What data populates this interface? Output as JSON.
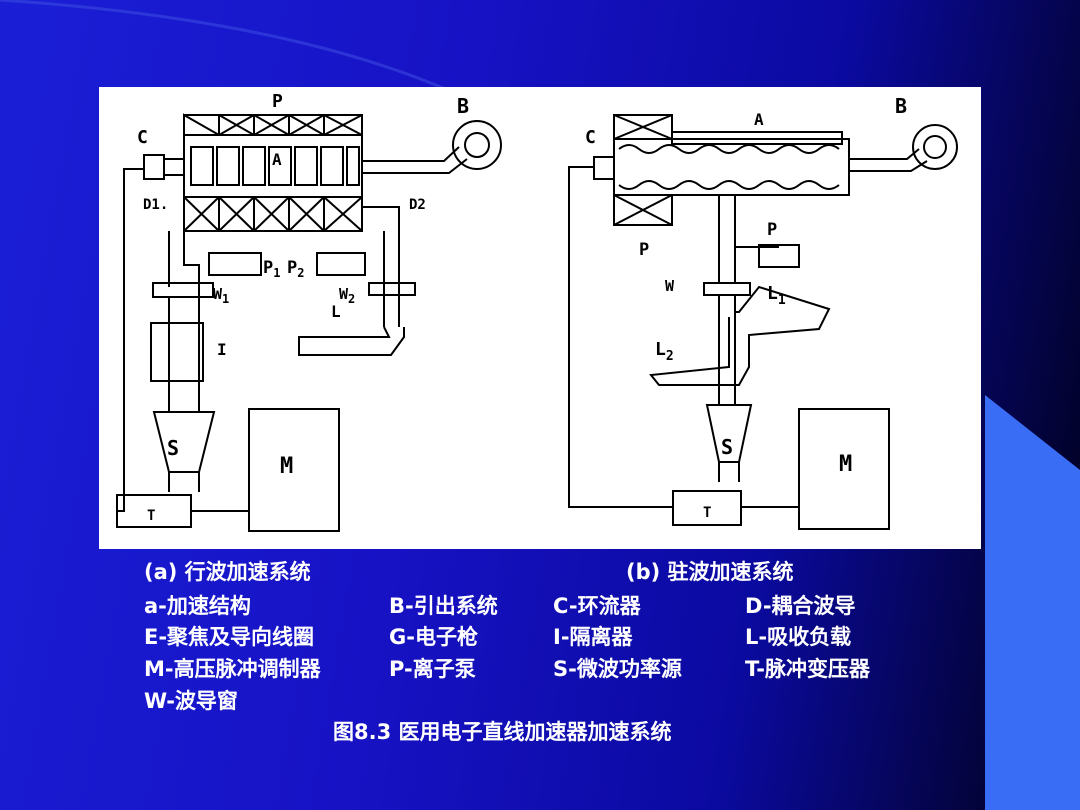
{
  "colors": {
    "background": "#1a1fd6",
    "accent_triangle": "#3a6df5",
    "text": "#ffffff",
    "diagram_line": "#000000"
  },
  "diagram_a": {
    "labels": {
      "P": "P",
      "B": "B",
      "C": "C",
      "A": "A",
      "D1": "D1.",
      "D2": "D2",
      "P1": "P",
      "P1_sub": "1",
      "P2": "P",
      "P2_sub": "2",
      "W1": "W",
      "W1_sub": "1",
      "W2": "W",
      "W2_sub": "2",
      "L": "L",
      "I": "I",
      "S": "S",
      "M": "M",
      "T": "T"
    }
  },
  "diagram_b": {
    "labels": {
      "A": "A",
      "B": "B",
      "C": "C",
      "P_left": "P",
      "P_right": "P",
      "W": "W",
      "L1": "L",
      "L1_sub": "1",
      "L2": "L",
      "L2_sub": "2",
      "S": "S",
      "M": "M",
      "T": "T"
    }
  },
  "captions": {
    "sub_a": "(a) 行波加速系统",
    "sub_b": "(b) 驻波加速系统",
    "legend": [
      [
        "a-加速结构",
        "B-引出系统",
        "C-环流器",
        "D-耦合波导"
      ],
      [
        "E-聚焦及导向线圈",
        "G-电子枪",
        "I-隔离器",
        "L-吸收负载"
      ],
      [
        "M-高压脉冲调制器",
        "P-离子泵",
        "S-微波功率源",
        "T-脉冲变压器"
      ],
      [
        "W-波导窗"
      ]
    ],
    "figure_title": "图8.3 医用电子直线加速器加速系统"
  }
}
